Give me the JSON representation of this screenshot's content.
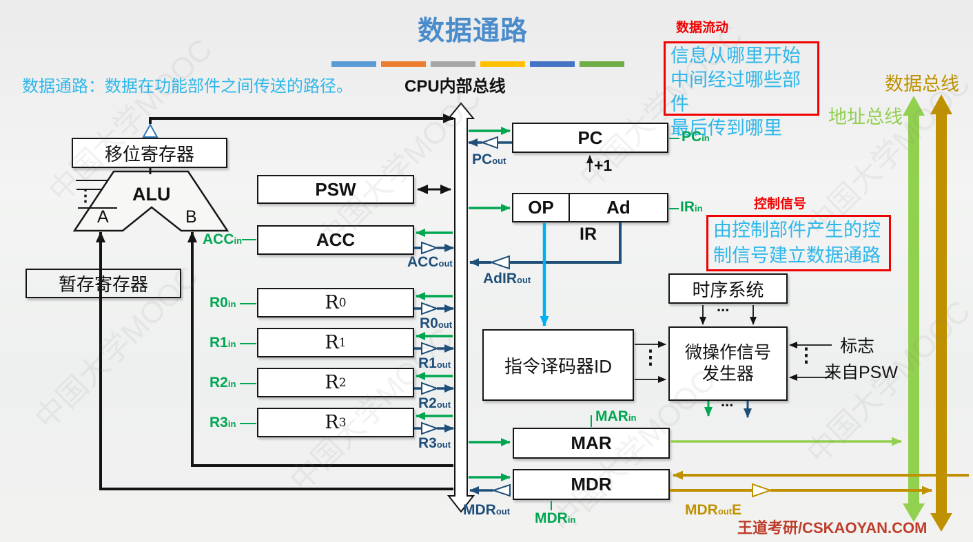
{
  "title": "数据通路",
  "definition": "数据通路：数据在功能部件之间传送的路径。",
  "watermark": "中国大学MOOC",
  "footer": "王道考研/CSKAOYAN.COM",
  "deco_bar_colors": [
    "#5B9BD5",
    "#ED7D31",
    "#A5A5A5",
    "#FFC000",
    "#4472C4",
    "#70AD47"
  ],
  "colors": {
    "register_in_green": "#00A651",
    "register_out_navy": "#1F4E79",
    "opcode_cyan": "#00B0F0",
    "address_bus_green": "#92D050",
    "data_bus_gold": "#BF9000",
    "annotation_red": "#F00000",
    "annotation_text_cyan": "#2FB7EA",
    "title_blue": "#4A8CCB",
    "footer_red": "#BE3D2A"
  },
  "buses": {
    "internal": "CPU内部总线",
    "data": "数据总线",
    "address": "地址总线"
  },
  "annotations": {
    "data_flow": {
      "heading": "数据流动",
      "lines": [
        "信息从哪里开始",
        "中间经过哪些部件",
        "最后传到哪里"
      ]
    },
    "control_signal": {
      "heading": "控制信号",
      "lines": [
        "由控制部件产生的控",
        "制信号建立数据通路"
      ]
    }
  },
  "components": {
    "shift_register": "移位寄存器",
    "temp_register": "暂存寄存器",
    "alu": "ALU",
    "alu_port_a": "A",
    "alu_port_b": "B",
    "psw": "PSW",
    "acc": "ACC",
    "r0": {
      "main": "R",
      "sub": "0"
    },
    "r1": {
      "main": "R",
      "sub": "1"
    },
    "r2": {
      "main": "R",
      "sub": "2"
    },
    "r3": {
      "main": "R",
      "sub": "3"
    },
    "pc": "PC",
    "op": "OP",
    "ad": "Ad",
    "ir": "IR",
    "plus_one": "+1",
    "decoder": "指令译码器ID",
    "timing_system": "时序系统",
    "micro_op_generator": [
      "微操作信号",
      "发生器"
    ],
    "mar": "MAR",
    "mdr": "MDR",
    "flags": "标志",
    "from_psw": "来自PSW",
    "dots_vertical": "⋮",
    "dots_horizontal": "..."
  },
  "signals": {
    "pc_in": {
      "main": "PC",
      "sub": "in"
    },
    "pc_out": {
      "main": "PC",
      "sub": "out"
    },
    "ir_in": {
      "main": "IR",
      "sub": "in"
    },
    "ad_ir_out": {
      "main": "AdIR",
      "sub": "out"
    },
    "acc_in": {
      "main": "ACC",
      "sub": "in"
    },
    "acc_out": {
      "main": "ACC",
      "sub": "out"
    },
    "r0_in": {
      "main": "R0",
      "sub": "in"
    },
    "r1_in": {
      "main": "R1",
      "sub": "in"
    },
    "r2_in": {
      "main": "R2",
      "sub": "in"
    },
    "r3_in": {
      "main": "R3",
      "sub": "in"
    },
    "r0_out": {
      "main": "R0",
      "sub": "out"
    },
    "r1_out": {
      "main": "R1",
      "sub": "out"
    },
    "r2_out": {
      "main": "R2",
      "sub": "out"
    },
    "r3_out": {
      "main": "R3",
      "sub": "out"
    },
    "mar_in": {
      "main": "MAR",
      "sub": "in"
    },
    "mdr_in": {
      "main": "MDR",
      "sub": "in"
    },
    "mdr_out": {
      "main": "MDR",
      "sub": "out"
    },
    "mdr_out_e": {
      "main": "MDR",
      "sub": "out",
      "suffix": "E"
    }
  }
}
